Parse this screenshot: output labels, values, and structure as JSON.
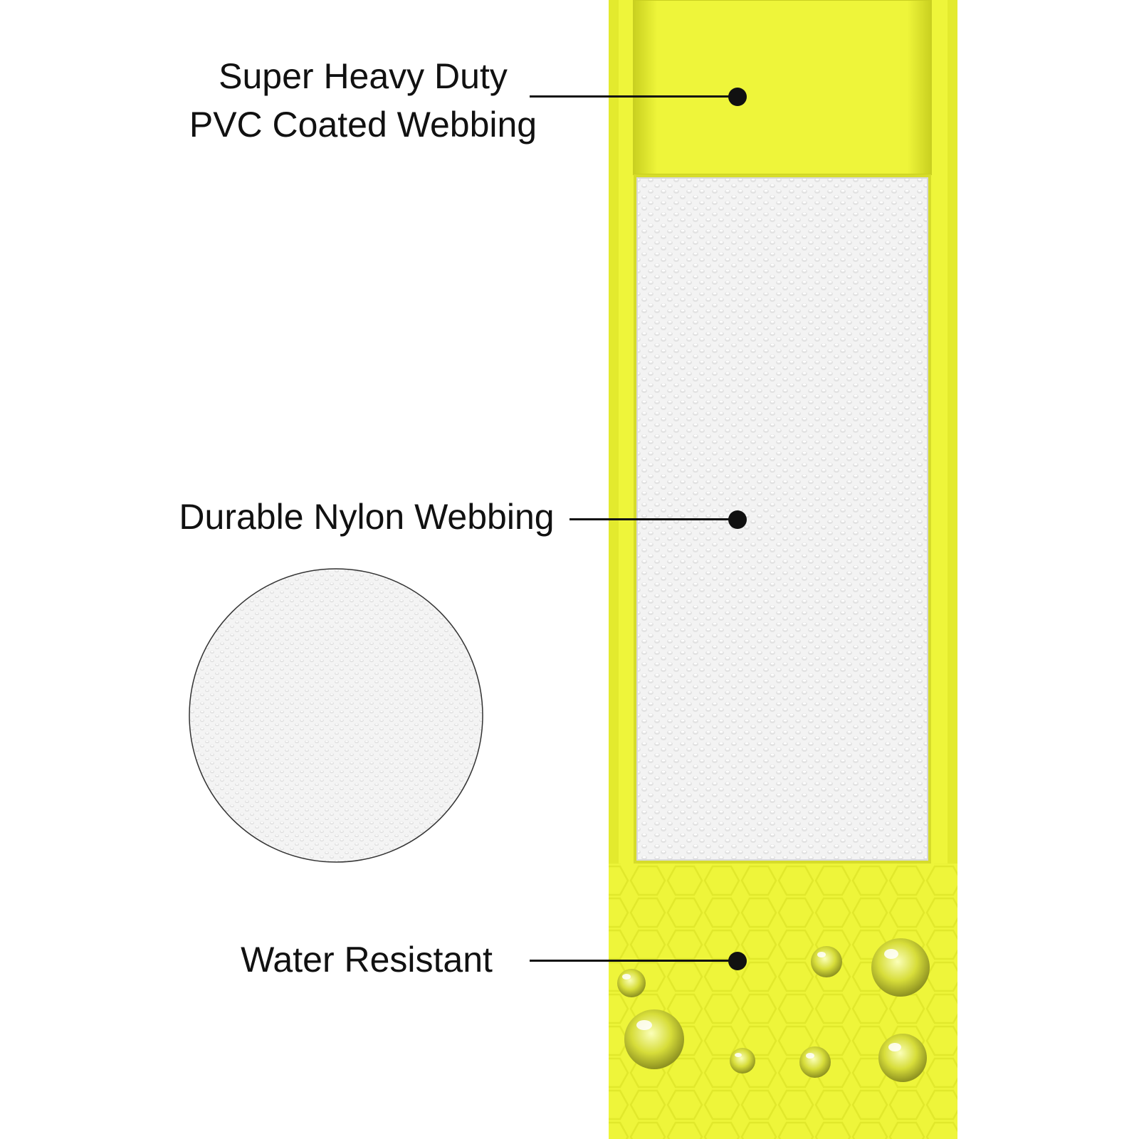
{
  "callouts": {
    "pvc": {
      "line1": "Super Heavy Duty",
      "line2": "PVC Coated Webbing",
      "icon": "pointer-dot-icon"
    },
    "nylon": {
      "label": "Durable Nylon Webbing",
      "icon": "pointer-dot-icon"
    },
    "water": {
      "label": "Water Resistant",
      "icon": "pointer-dot-icon"
    }
  },
  "colors": {
    "pvc_yellow": "#eef53a",
    "pvc_yellow_dark": "#dfe62a",
    "nylon_white": "#f2f2f2",
    "text": "#111111"
  }
}
